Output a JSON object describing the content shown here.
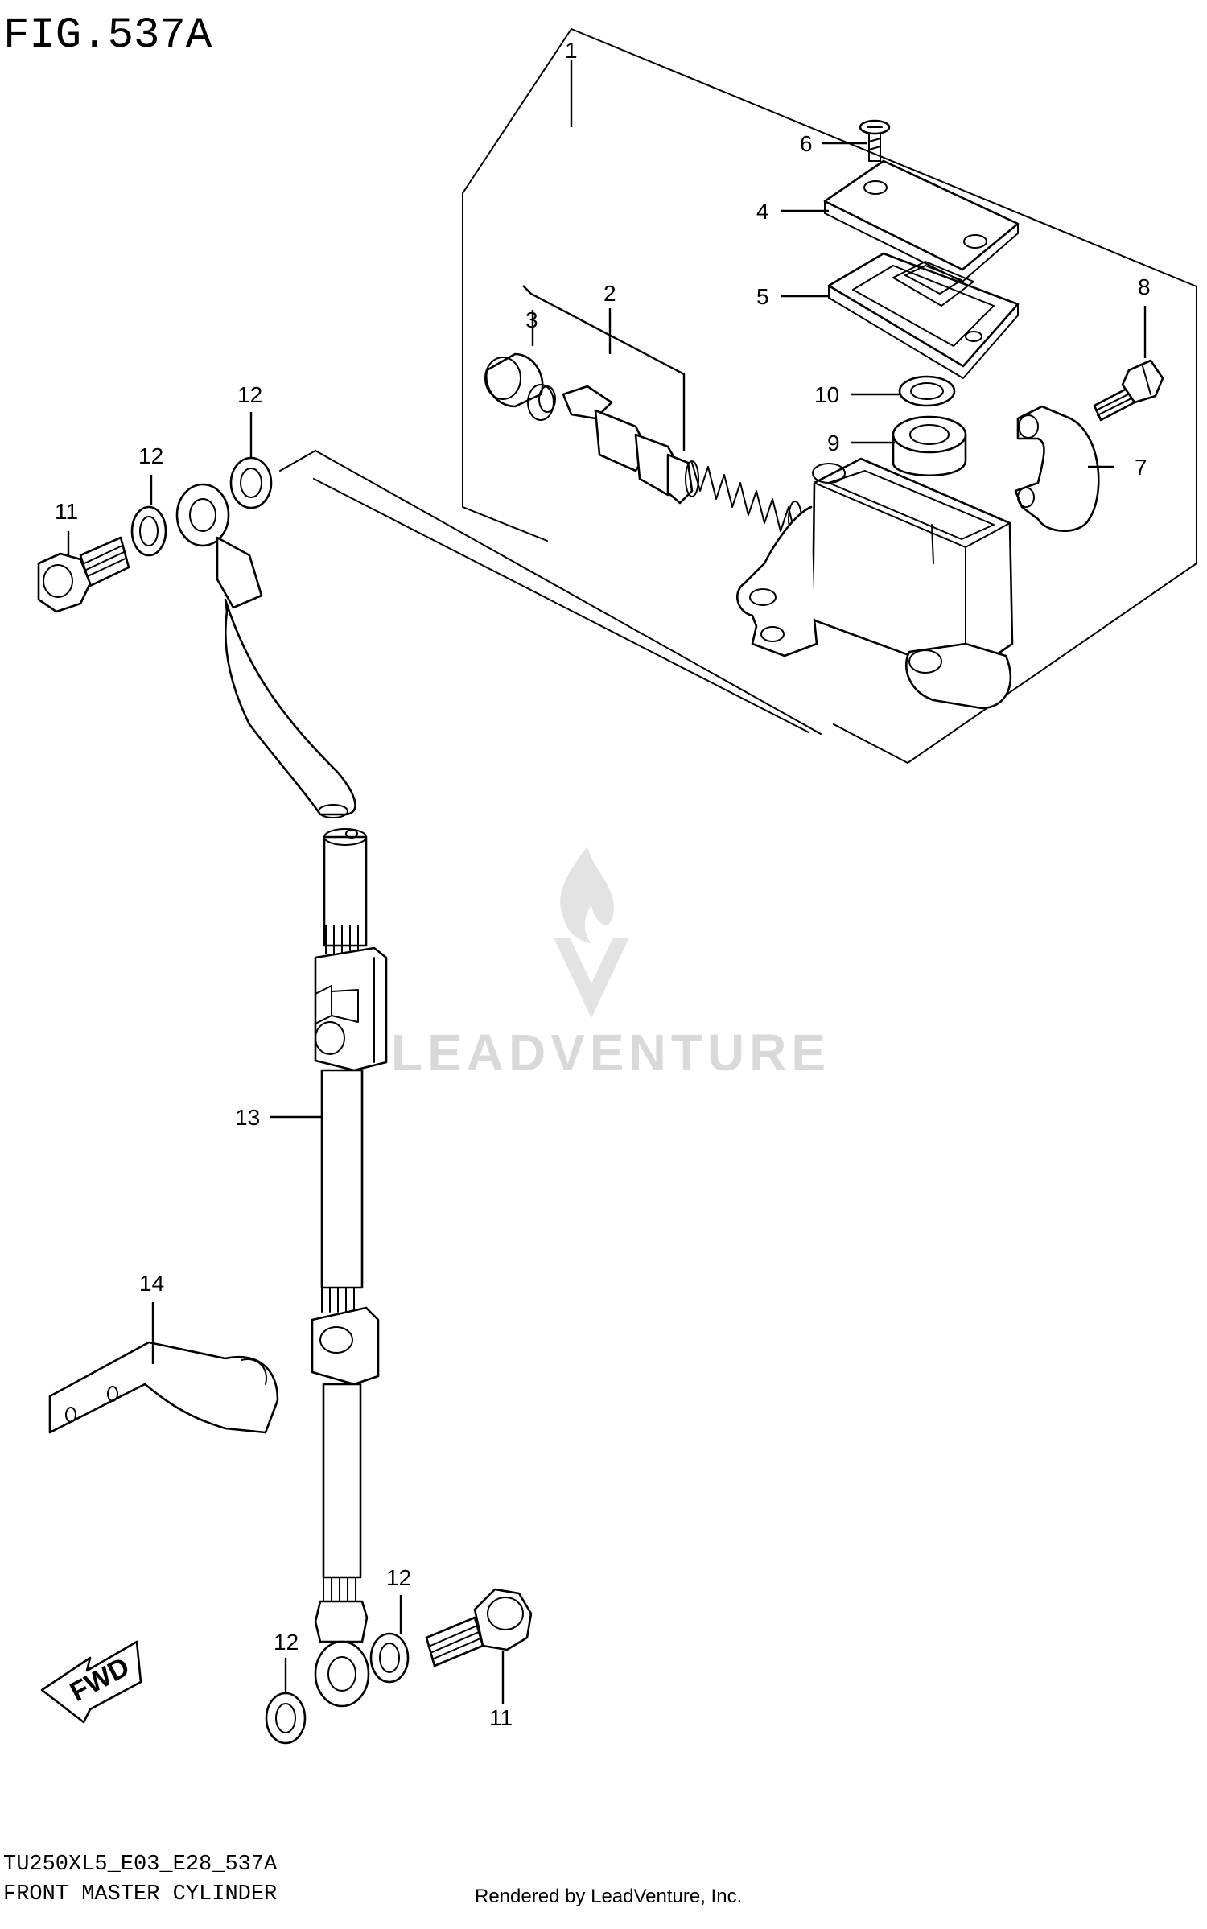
{
  "figure_title": "FIG.537A",
  "footer": {
    "model_code": "TU250XL5_E03_E28_537A",
    "caption": "FRONT MASTER CYLINDER",
    "credit": "Rendered by LeadVenture, Inc."
  },
  "watermark": {
    "text": "LEADVENTURE"
  },
  "fwd_arrow": {
    "label": "FWD"
  },
  "callouts": [
    {
      "id": "c1",
      "label": "1"
    },
    {
      "id": "c2",
      "label": "2"
    },
    {
      "id": "c3",
      "label": "3"
    },
    {
      "id": "c4",
      "label": "4"
    },
    {
      "id": "c5",
      "label": "5"
    },
    {
      "id": "c6",
      "label": "6"
    },
    {
      "id": "c7",
      "label": "7"
    },
    {
      "id": "c8",
      "label": "8"
    },
    {
      "id": "c9",
      "label": "9"
    },
    {
      "id": "c10",
      "label": "10"
    },
    {
      "id": "c11a",
      "label": "11"
    },
    {
      "id": "c11b",
      "label": "11"
    },
    {
      "id": "c12a",
      "label": "12"
    },
    {
      "id": "c12b",
      "label": "12"
    },
    {
      "id": "c12c",
      "label": "12"
    },
    {
      "id": "c12d",
      "label": "12"
    },
    {
      "id": "c13",
      "label": "13"
    },
    {
      "id": "c14",
      "label": "14"
    }
  ]
}
